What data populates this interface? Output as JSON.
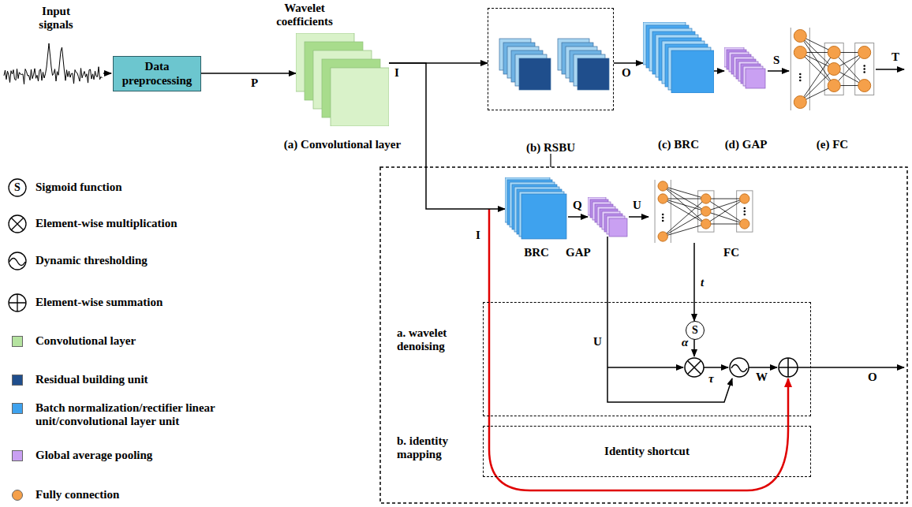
{
  "diagram": {
    "nodes": [
      {
        "text": [
          "Data preprocessing"
        ]
      },
      {
        "text": [
          "(a) Convolutional layer"
        ]
      },
      {
        "text": [
          "(b) RSBU"
        ]
      },
      {
        "text": [
          "(c) BRC"
        ]
      },
      {
        "text": [
          "(d) GAP"
        ]
      },
      {
        "text": [
          "(e) FC"
        ]
      },
      {
        "text": [
          "BRC"
        ]
      },
      {
        "text": [
          "GAP"
        ]
      },
      {
        "text": [
          "FC"
        ]
      },
      {
        "text": [
          "a. wavelet denoising"
        ]
      },
      {
        "text": [
          "S"
        ],
        "in": 9
      },
      {
        "text": [
          "b. identity mapping",
          "Identity shortcut"
        ]
      }
    ],
    "edges": [
      {
        "from": 0,
        "to": 1,
        "label": "P",
        "arrow": "to"
      },
      {
        "from": 1,
        "to": 2,
        "label": "I",
        "arrow": "to"
      },
      {
        "from": 2,
        "to": 3,
        "label": "O",
        "arrow": "to"
      },
      {
        "from": 3,
        "to": 4,
        "arrow": "to"
      },
      {
        "from": 4,
        "to": 5,
        "label": "S",
        "arrow": "to"
      },
      {
        "from": 6,
        "to": 7,
        "label": "Q",
        "arrow": "to"
      },
      {
        "from": 7,
        "to": 8,
        "label": "U",
        "arrow": "to"
      },
      {
        "from": 8,
        "to": 10,
        "label": "t",
        "arrow": "to"
      },
      {
        "from": 1,
        "to": 6,
        "arrow": "to"
      }
    ],
    "labels": [
      "Input signals",
      "Wavelet coefficients",
      "T",
      "I",
      "U",
      "α",
      "τ",
      "W",
      "O",
      "S"
    ],
    "legend": [
      {
        "text": "Sigmoid function"
      },
      {
        "text": "Element-wise multiplication"
      },
      {
        "text": "Dynamic thresholding"
      },
      {
        "text": "Element-wise summation"
      },
      {
        "text": "Convolutional layer",
        "color": "#b5e3a0"
      },
      {
        "text": "Residual building unit",
        "color": "#1f4e8c"
      },
      {
        "text": "Batch normalization/rectifier linear unit/convolutional layer unit",
        "color": "#3ea2ee"
      },
      {
        "text": "Global average pooling",
        "color": "#c9a0f2"
      },
      {
        "text": "Fully connection",
        "color": "#f5a04a"
      }
    ]
  }
}
